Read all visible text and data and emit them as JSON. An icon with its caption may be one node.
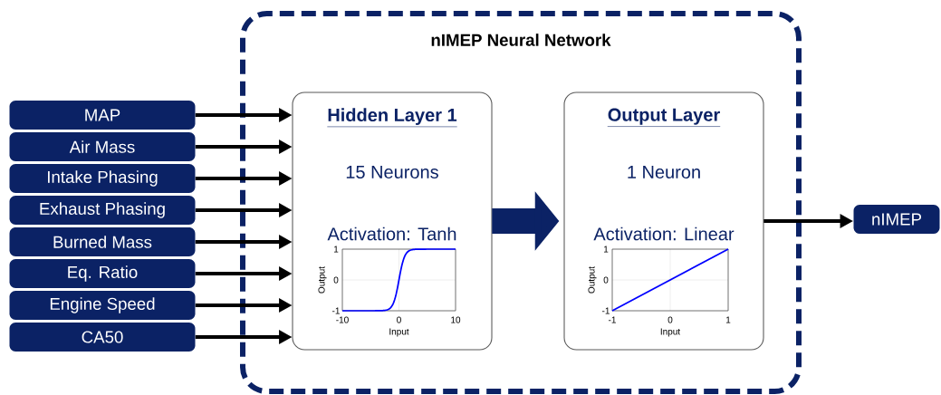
{
  "diagram": {
    "nodes": [
      {
        "text": [
          "MAP"
        ]
      },
      {
        "text": [
          "Air Mass"
        ]
      },
      {
        "text": [
          "Intake Phasing"
        ]
      },
      {
        "text": [
          "Exhaust Phasing"
        ]
      },
      {
        "text": [
          "Burned Mass"
        ]
      },
      {
        "text": [
          "Eq. Ratio"
        ]
      },
      {
        "text": [
          "Engine Speed"
        ]
      },
      {
        "text": [
          "CA50"
        ]
      },
      {
        "text": [
          "nIMEP Neural Network"
        ]
      },
      {
        "text": [
          "Hidden Layer 1",
          "15 Neurons",
          "Activation: Tanh"
        ],
        "in": 8
      },
      {
        "text": [
          "Output Layer",
          "1 Neuron",
          "Activation: Linear"
        ],
        "in": 8
      },
      {
        "text": [
          "nIMEP"
        ]
      }
    ],
    "edges": [
      {
        "from": 0,
        "to": 9,
        "arrow": "to"
      },
      {
        "from": 1,
        "to": 9,
        "arrow": "to"
      },
      {
        "from": 2,
        "to": 9,
        "arrow": "to"
      },
      {
        "from": 3,
        "to": 9,
        "arrow": "to"
      },
      {
        "from": 4,
        "to": 9,
        "arrow": "to"
      },
      {
        "from": 5,
        "to": 9,
        "arrow": "to"
      },
      {
        "from": 6,
        "to": 9,
        "arrow": "to"
      },
      {
        "from": 7,
        "to": 9,
        "arrow": "to"
      },
      {
        "from": 9,
        "to": 10,
        "arrow": "to",
        "style": "thick",
        "color": "#0b2265"
      },
      {
        "from": 10,
        "to": 11,
        "arrow": "to"
      }
    ],
    "labels": [
      "1",
      "0",
      "-1",
      "-10",
      "0",
      "10",
      "Output",
      "Input",
      "1",
      "0",
      "-1",
      "-1",
      "0",
      "1",
      "Output",
      "Input"
    ]
  }
}
